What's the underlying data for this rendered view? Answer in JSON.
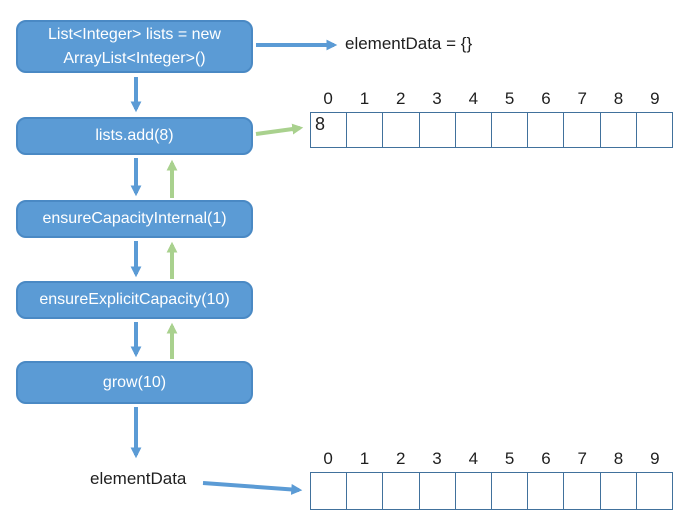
{
  "colors": {
    "box_fill": "#5b9bd5",
    "box_border": "#4a89c4",
    "box_text": "#ffffff",
    "arrow_blue": "#5b9bd5",
    "arrow_green": "#a9d18e",
    "array_border": "#41719c",
    "label_text": "#1f1f1f"
  },
  "flow": {
    "boxes": [
      {
        "label": "List<Integer> lists = new\nArrayList<Integer>()"
      },
      {
        "label": "lists.add(8)"
      },
      {
        "label": "ensureCapacityInternal(1)"
      },
      {
        "label": "ensureExplicitCapacity(10)"
      },
      {
        "label": "grow(10)"
      }
    ]
  },
  "annotations": {
    "element_data_empty": "elementData = {}",
    "element_data": "elementData"
  },
  "arrays": {
    "top": {
      "indices": [
        "0",
        "1",
        "2",
        "3",
        "4",
        "5",
        "6",
        "7",
        "8",
        "9"
      ],
      "cells": [
        "8",
        "",
        "",
        "",
        "",
        "",
        "",
        "",
        "",
        ""
      ]
    },
    "bottom": {
      "indices": [
        "0",
        "1",
        "2",
        "3",
        "4",
        "5",
        "6",
        "7",
        "8",
        "9"
      ],
      "cells": [
        "",
        "",
        "",
        "",
        "",
        "",
        "",
        "",
        "",
        ""
      ]
    }
  }
}
